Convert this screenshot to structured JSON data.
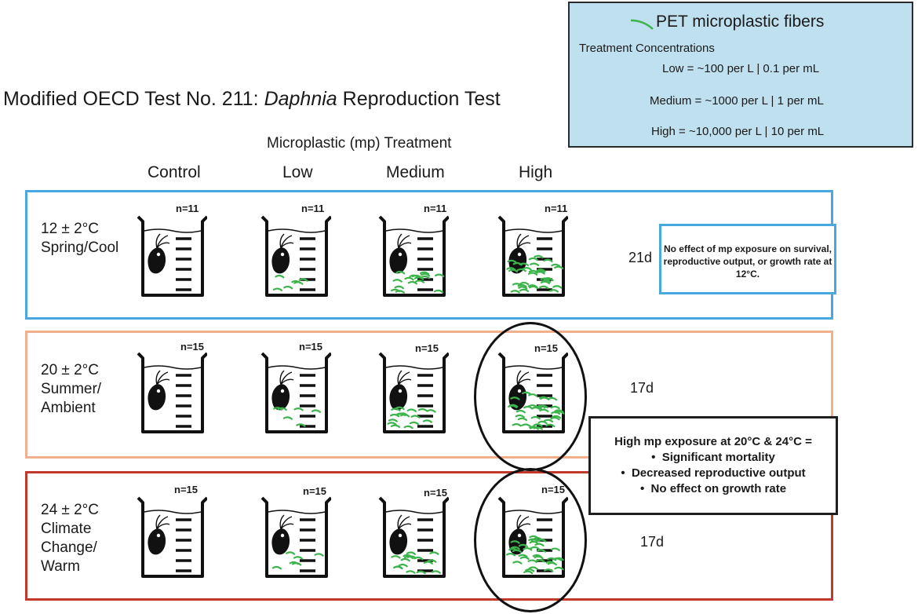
{
  "legend": {
    "title": "PET microplastic fibers",
    "subtitle": "Treatment Concentrations",
    "fiber_color": "#3cb44b",
    "rows": [
      "Low = ~100 per L | 0.1 per mL",
      "Medium = ~1000 per L | 1 per mL",
      "High = ~10,000 per L | 10 per mL"
    ]
  },
  "title_prefix": "Modified OECD Test No. 211: ",
  "title_italic": "Daphnia",
  "title_suffix": " Reproduction Test",
  "treatment_title": "Microplastic (mp) Treatment",
  "columns": [
    "Control",
    "Low",
    "Medium",
    "High"
  ],
  "colors": {
    "cool": "#4aa8e0",
    "ambient": "#f0b08c",
    "warm": "#c0392b",
    "fiber": "#3cb44b"
  },
  "rows": [
    {
      "label_line1": "12 ± 2°C",
      "label_line2": "Spring/Cool",
      "label_line3": "",
      "label_line4": "",
      "n": [
        "n=11",
        "n=11",
        "n=11",
        "n=11"
      ],
      "days": "21d"
    },
    {
      "label_line1": "20 ± 2°C",
      "label_line2": "Summer/",
      "label_line3": "Ambient",
      "label_line4": "",
      "n": [
        "n=15",
        "n=15",
        "n=15",
        "n=15"
      ],
      "days": "17d"
    },
    {
      "label_line1": "24 ± 2°C",
      "label_line2": "Climate",
      "label_line3": "Change/",
      "label_line4": "Warm",
      "n": [
        "n=15",
        "n=15",
        "n=15",
        "n=15"
      ],
      "days": "17d"
    }
  ],
  "note_cool": "No effect of mp exposure on survival, reproductive output, or growth rate at 12°C.",
  "note_warm": {
    "heading": "High mp exposure at 20°C & 24°C =",
    "bullets": [
      "Significant mortality",
      "Decreased reproductive output",
      "No effect on growth rate"
    ]
  }
}
